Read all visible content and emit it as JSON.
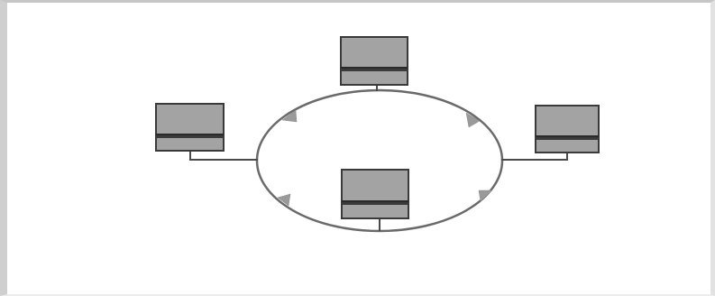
{
  "diagram": {
    "type": "ring-network-topology",
    "nodes": [
      {
        "id": "computer-top",
        "icon": "desktop-computer-icon"
      },
      {
        "id": "computer-left",
        "icon": "desktop-computer-icon"
      },
      {
        "id": "computer-right",
        "icon": "desktop-computer-icon"
      },
      {
        "id": "computer-center",
        "icon": "desktop-computer-icon"
      }
    ],
    "ring_direction": "clockwise",
    "colors": {
      "ring_stroke": "#6a6a6a",
      "arrow_fill": "#9a9a9a",
      "device_fill": "#a3a3a3",
      "device_stroke": "#3a3a3a",
      "background": "#ffffff",
      "frame": "#cfcfcf"
    }
  }
}
